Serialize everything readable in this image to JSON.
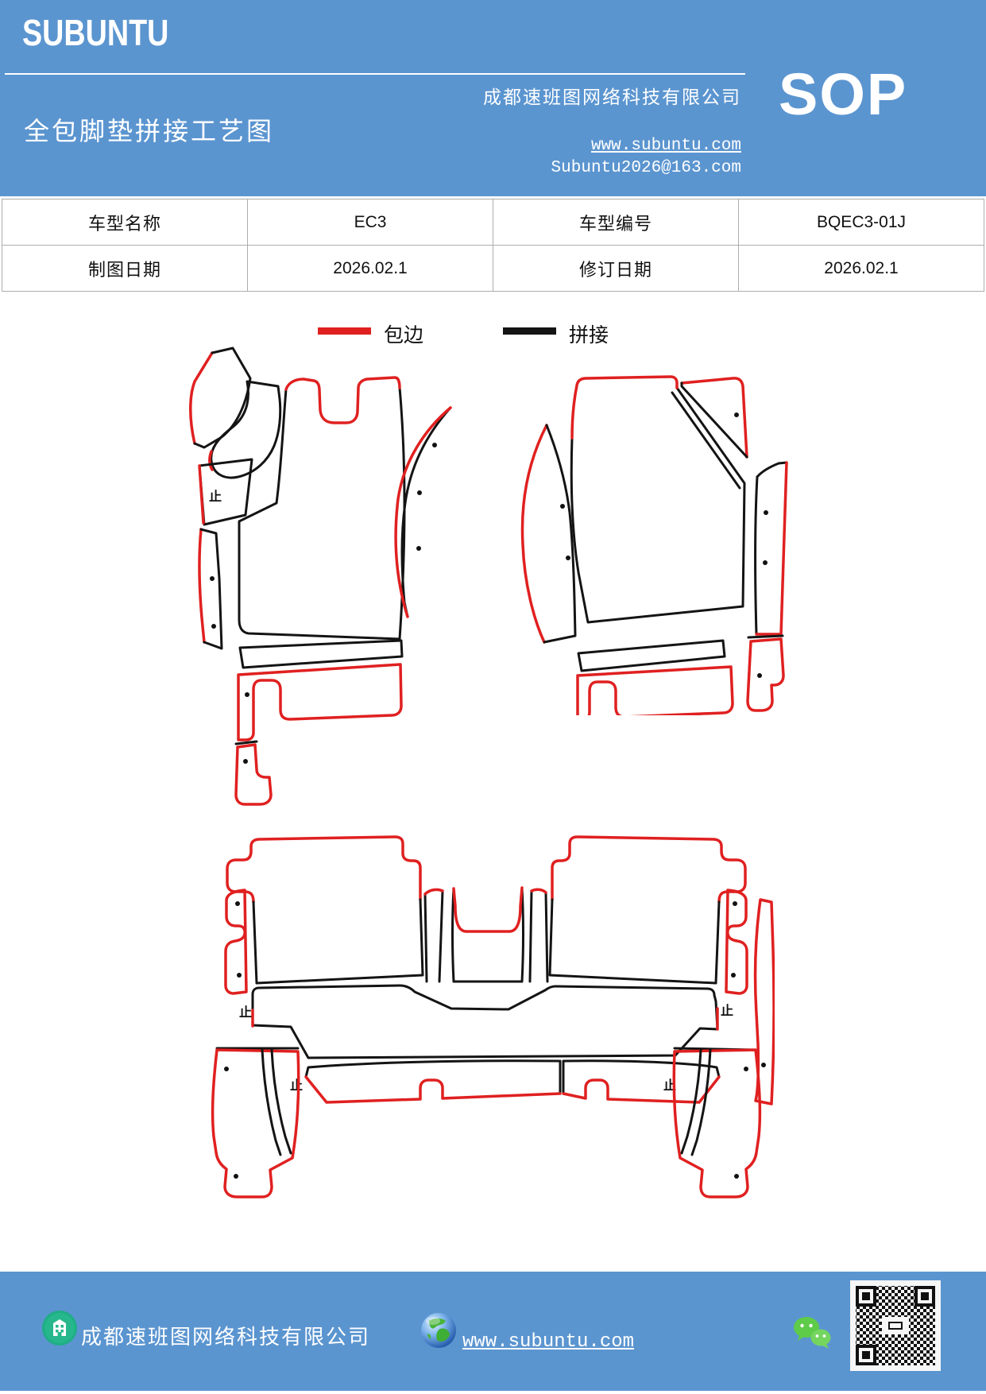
{
  "colors": {
    "accent_blue": "#5b95d0",
    "edge_red": "#e02020",
    "splice_black": "#141414",
    "table_border": "#adadad"
  },
  "header": {
    "brand": "SUBUNTU",
    "title": "全包脚垫拼接工艺图",
    "company": "成都速班图网络科技有限公司",
    "website": "www.subuntu.com",
    "email": "Subuntu2026@163.com",
    "doc_label": "SOP"
  },
  "info_table": {
    "rows": [
      [
        "车型名称",
        "EC3",
        "车型编号",
        "BQEC3-01J"
      ],
      [
        "制图日期",
        "2026.02.1",
        "修订日期",
        "2026.02.1"
      ]
    ]
  },
  "legend": {
    "items": [
      {
        "label": "包边",
        "color": "#e02020"
      },
      {
        "label": "拼接",
        "color": "#141414"
      }
    ]
  },
  "drawing": {
    "stop_mark": "止"
  },
  "footer": {
    "company": "成都速班图网络科技有限公司",
    "website": "www.subuntu.com"
  }
}
